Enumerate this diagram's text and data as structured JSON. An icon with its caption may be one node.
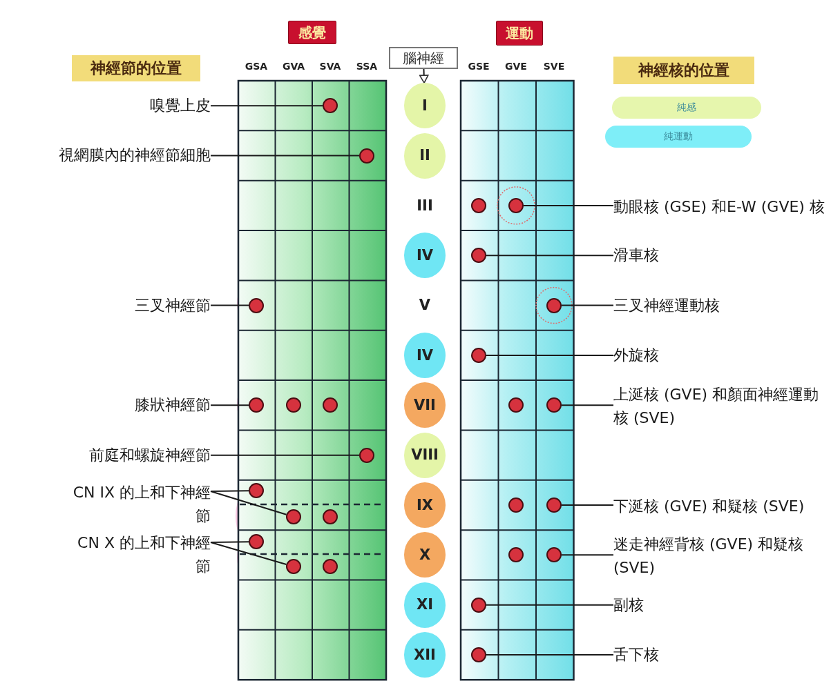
{
  "diagram": {
    "nodes": [
      {
        "text": [
          "感覺"
        ]
      },
      {
        "text": [
          "運動"
        ]
      },
      {
        "text": [
          "神經節的位置"
        ]
      },
      {
        "text": [
          "腦神經"
        ]
      },
      {
        "text": [
          "神經核的位置"
        ]
      },
      {
        "text": [
          "I"
        ]
      },
      {
        "text": [
          "II"
        ]
      },
      {
        "text": [
          "III"
        ]
      },
      {
        "text": [
          "IV"
        ]
      },
      {
        "text": [
          "V"
        ]
      },
      {
        "text": [
          "IV"
        ]
      },
      {
        "text": [
          "VII"
        ]
      },
      {
        "text": [
          "VIII"
        ]
      },
      {
        "text": [
          "IX"
        ]
      },
      {
        "text": [
          "X"
        ]
      },
      {
        "text": [
          "XI"
        ]
      },
      {
        "text": [
          "XII"
        ]
      },
      {
        "text": [
          "嗅覺上皮"
        ]
      },
      {
        "text": [
          "視網膜內的神經節細胞"
        ]
      },
      {
        "text": [
          "三叉神經節"
        ]
      },
      {
        "text": [
          "膝狀神經節"
        ]
      },
      {
        "text": [
          "前庭和螺旋神經節"
        ]
      },
      {
        "text": [
          "CN IX 的上和下神經節"
        ]
      },
      {
        "text": [
          "CN X 的上和下神經節"
        ]
      },
      {
        "text": [
          "動眼核 (GSE) 和E-W (GVE) 核"
        ]
      },
      {
        "text": [
          "滑車核"
        ]
      },
      {
        "text": [
          "三叉神經運動核"
        ]
      },
      {
        "text": [
          "外旋核"
        ]
      },
      {
        "text": [
          "上涎核 (GVE) 和顏面神經運動核 (SVE)"
        ]
      },
      {
        "text": [
          "下涎核 (GVE) 和疑核 (SVE)"
        ]
      },
      {
        "text": [
          "迷走神經背核 (GVE) 和疑核 (SVE)"
        ]
      },
      {
        "text": [
          "副核"
        ]
      },
      {
        "text": [
          "舌下核"
        ]
      },
      {
        "text": [],
        "shape": "circle"
      },
      {
        "text": [],
        "shape": "circle"
      },
      {
        "text": [],
        "shape": "circle"
      },
      {
        "text": [],
        "shape": "circle"
      },
      {
        "text": [],
        "shape": "circle"
      },
      {
        "text": [],
        "shape": "circle"
      },
      {
        "text": [],
        "shape": "circle"
      },
      {
        "text": [],
        "shape": "circle"
      },
      {
        "text": [],
        "shape": "circle"
      },
      {
        "text": [],
        "shape": "circle"
      },
      {
        "text": [],
        "shape": "circle"
      },
      {
        "text": [],
        "shape": "circle"
      },
      {
        "text": [],
        "shape": "circle"
      },
      {
        "text": [],
        "shape": "circle"
      },
      {
        "text": [],
        "shape": "circle"
      },
      {
        "text": [],
        "shape": "circle"
      },
      {
        "text": [],
        "shape": "circle"
      },
      {
        "text": [],
        "shape": "circle"
      },
      {
        "text": [],
        "shape": "circle"
      },
      {
        "text": [],
        "shape": "circle"
      },
      {
        "text": [],
        "shape": "circle"
      },
      {
        "text": [],
        "shape": "circle"
      },
      {
        "text": [],
        "shape": "circle"
      },
      {
        "text": [],
        "shape": "circle"
      },
      {
        "text": [],
        "shape": "circle"
      },
      {
        "text": [],
        "shape": "circle"
      }
    ],
    "edges": [
      {
        "from": 3,
        "to": 5,
        "arrow": "to"
      },
      {
        "from": 17,
        "to": 33,
        "arrow": "none"
      },
      {
        "from": 18,
        "to": 34,
        "arrow": "none"
      },
      {
        "from": 19,
        "to": 38,
        "arrow": "none"
      },
      {
        "from": 20,
        "to": 41,
        "arrow": "none"
      },
      {
        "from": 21,
        "to": 46,
        "arrow": "none"
      },
      {
        "from": 22,
        "to": 47,
        "arrow": "none"
      },
      {
        "from": 22,
        "to": 48,
        "arrow": "none"
      },
      {
        "from": 23,
        "to": 52,
        "arrow": "none"
      },
      {
        "from": 23,
        "to": 53,
        "arrow": "none"
      },
      {
        "from": 24,
        "to": 36,
        "arrow": "none"
      },
      {
        "from": 25,
        "to": 37,
        "arrow": "none"
      },
      {
        "from": 26,
        "to": 39,
        "arrow": "none"
      },
      {
        "from": 27,
        "to": 40,
        "arrow": "none"
      },
      {
        "from": 28,
        "to": 45,
        "arrow": "none"
      },
      {
        "from": 29,
        "to": 51,
        "arrow": "none"
      },
      {
        "from": 30,
        "to": 56,
        "arrow": "none"
      },
      {
        "from": 31,
        "to": 57,
        "arrow": "none"
      },
      {
        "from": 32,
        "to": 58,
        "arrow": "none"
      }
    ],
    "labels": [
      "GSA",
      "GVA",
      "SVA",
      "SSA",
      "GSE",
      "GVE",
      "SVE"
    ],
    "legend": [
      {
        "text": "純感",
        "color": "#e6f6ad"
      },
      {
        "text": "純運動",
        "color": "#7eeef8"
      }
    ]
  }
}
